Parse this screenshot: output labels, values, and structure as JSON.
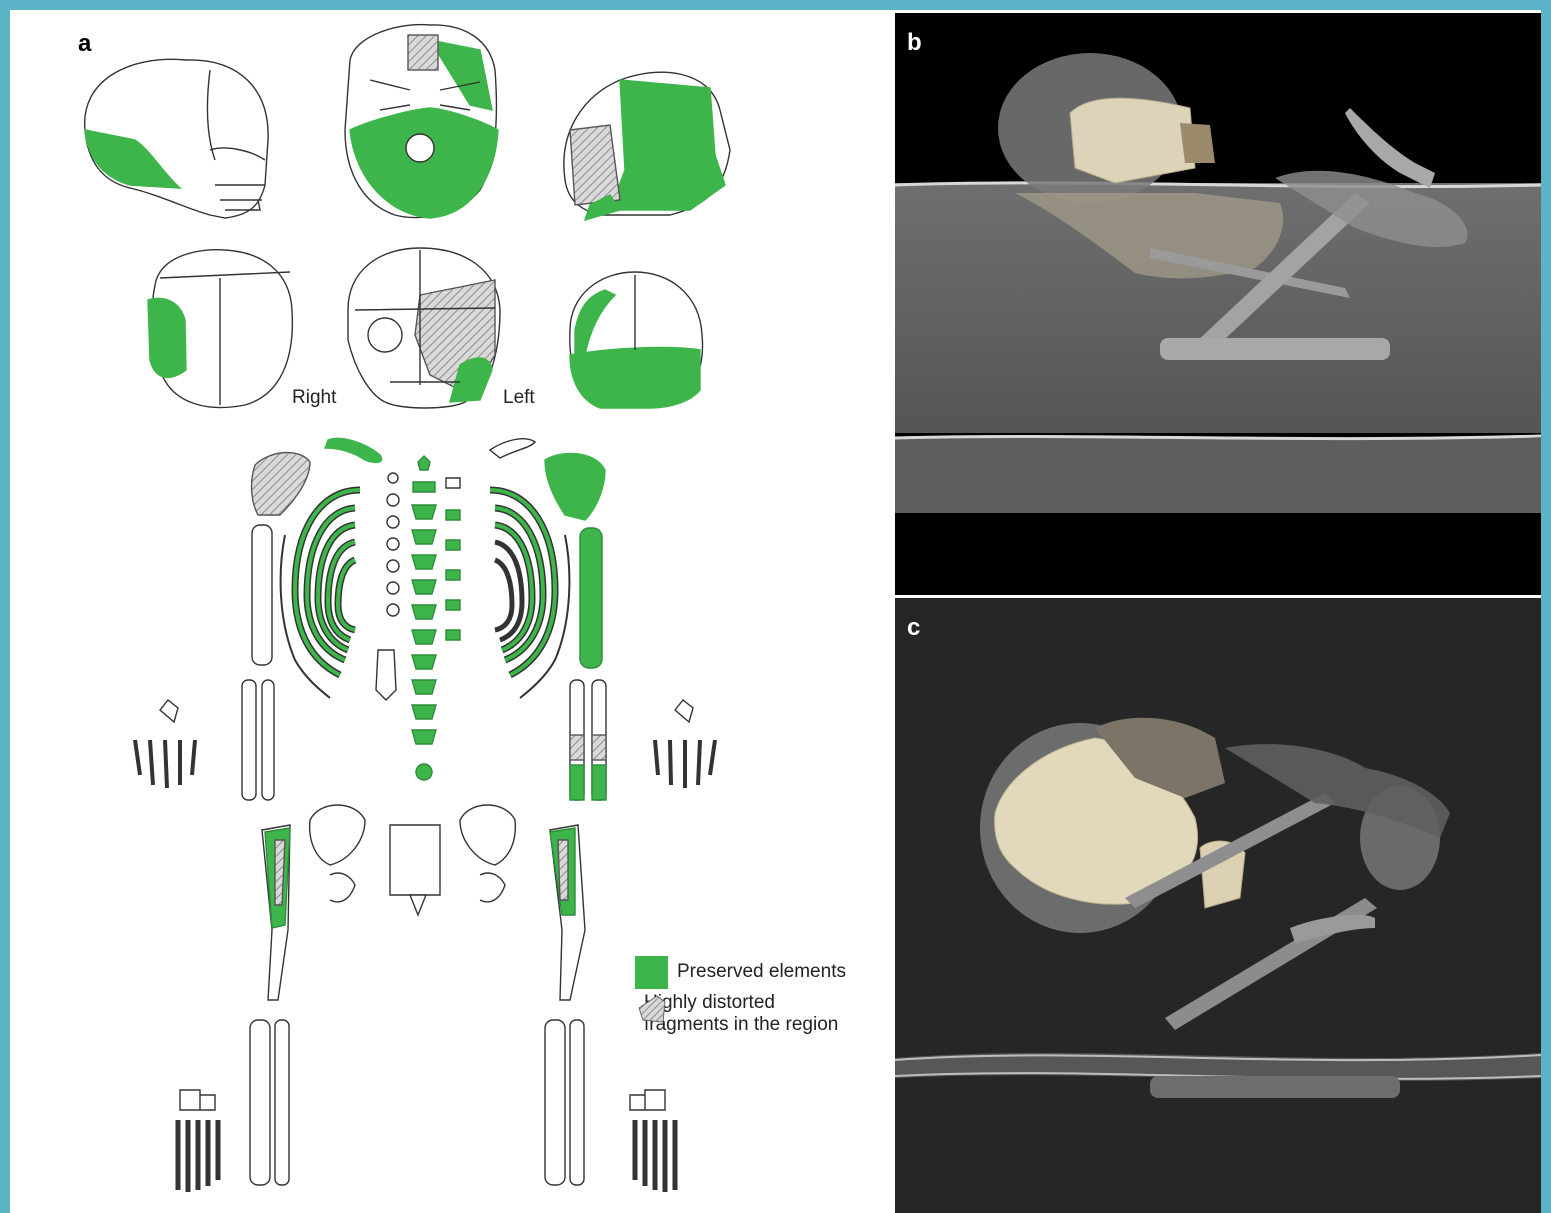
{
  "panels": {
    "a": {
      "letter": "a",
      "labels": {
        "right": "Right",
        "left": "Left"
      },
      "legend": {
        "preserved": {
          "label": "Preserved elements",
          "color": "#3db54a"
        },
        "distorted": {
          "label": "Highly distorted\nfragments in the region",
          "pattern": "hatched-grey"
        }
      }
    },
    "b": {
      "letter": "b"
    },
    "c": {
      "letter": "c"
    }
  },
  "colors": {
    "preserved_green": "#3db54a",
    "outline": "#333333",
    "hatch": "#9a9a9a",
    "bone_cream": "#ddd3b8",
    "ct_grey": "#8a8a8a",
    "border_teal": "#5ab3c6"
  }
}
